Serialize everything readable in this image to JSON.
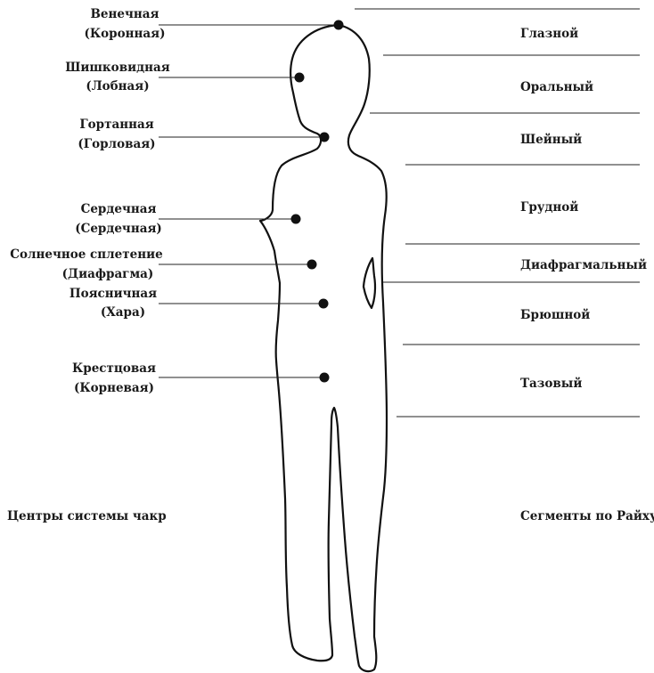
{
  "chakras": [
    {
      "name": "Венечная",
      "alt": "(Коронная)"
    },
    {
      "name": "Шишковидная",
      "alt": "(Лобная)"
    },
    {
      "name": "Гортанная",
      "alt": "(Горловая)"
    },
    {
      "name": "Сердечная",
      "alt": "(Сердечная)"
    },
    {
      "name": "Солнечное сплетение",
      "alt": "(Диафрагма)"
    },
    {
      "name": "Поясничная",
      "alt": "(Хара)"
    },
    {
      "name": "Крестцовая",
      "alt": "(Корневая)"
    }
  ],
  "segments": [
    "Глазной",
    "Оральный",
    "Шейный",
    "Грудной",
    "Диафрагмальный",
    "Брюшной",
    "Тазовый"
  ],
  "footer": {
    "left": "Центры системы чакр",
    "right": "Сегменты по Райху"
  }
}
